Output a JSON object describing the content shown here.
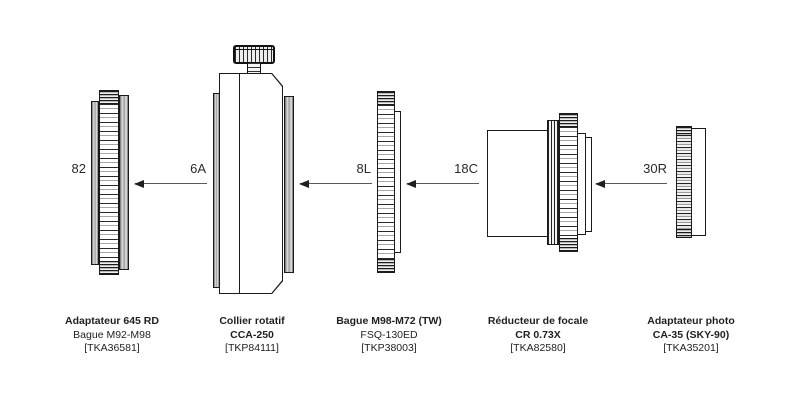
{
  "diagram": {
    "description": "Chaine d'adaptateurs photo (vue de profil)",
    "colors": {
      "line": "#1a1a1a",
      "arrow": "#5a5a5a",
      "text": "#1f1f1f",
      "background": "#ffffff"
    }
  },
  "parts": [
    {
      "marker": "82",
      "name": "Adaptateur 645 RD",
      "subtitle": "Bague M92-M98",
      "ref": "[TKA36581]"
    },
    {
      "marker": "6A",
      "name": "Collier rotatif",
      "subtitle": "CCA-250",
      "ref": "[TKP84111]"
    },
    {
      "marker": "8L",
      "name": "Bague M98-M72 (TW)",
      "subtitle": "FSQ-130ED",
      "ref": "[TKP38003]"
    },
    {
      "marker": "18C",
      "name": "Réducteur de focale",
      "subtitle": "CR 0.73X",
      "ref": "[TKA82580]"
    },
    {
      "marker": "30R",
      "name": "Adaptateur photo",
      "subtitle": "CA-35 (SKY-90)",
      "ref": "[TKA35201]"
    }
  ]
}
